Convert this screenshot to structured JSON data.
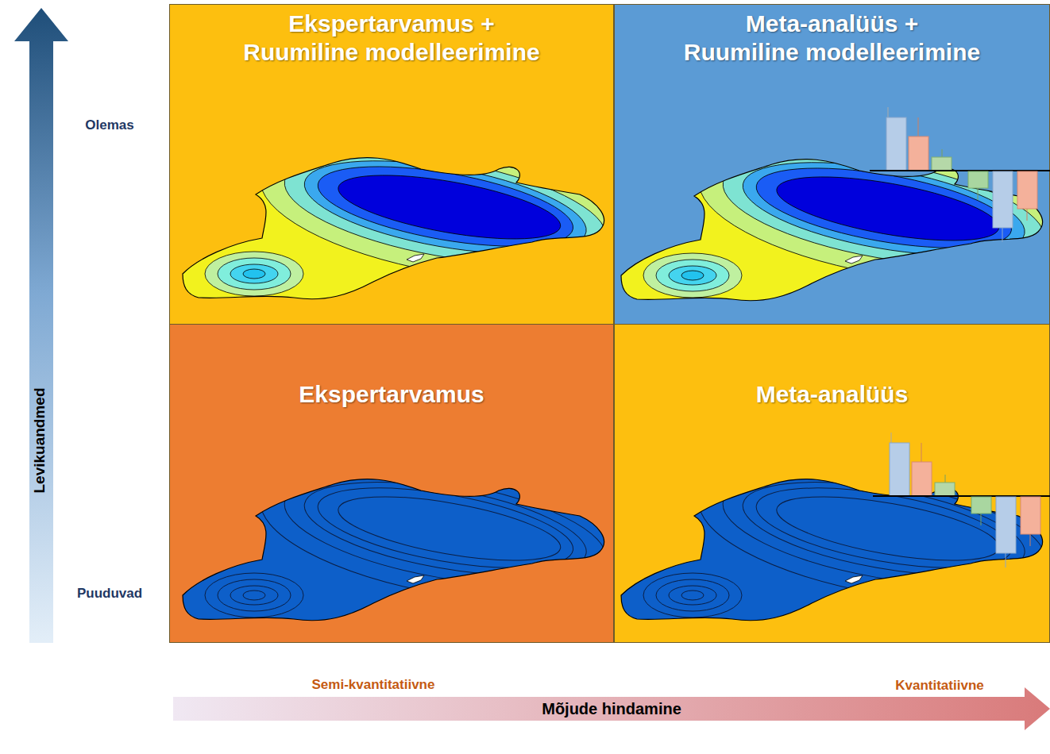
{
  "diagram": {
    "nodes": [
      {
        "text": [
          "Ekspertarvamus + Ruumiline modelleerimine"
        ]
      },
      {
        "text": [
          "Meta-analüüs + Ruumiline modelleerimine"
        ]
      },
      {
        "text": [
          "Ekspertarvamus"
        ]
      },
      {
        "text": [
          "Meta-analüüs"
        ]
      }
    ],
    "labels": [
      "Olemas",
      "Levikuandmed",
      "Puuduvad",
      "Semi-kvantitatiivne",
      "Kvantitatiivne",
      "Mõjude hindamine"
    ]
  }
}
